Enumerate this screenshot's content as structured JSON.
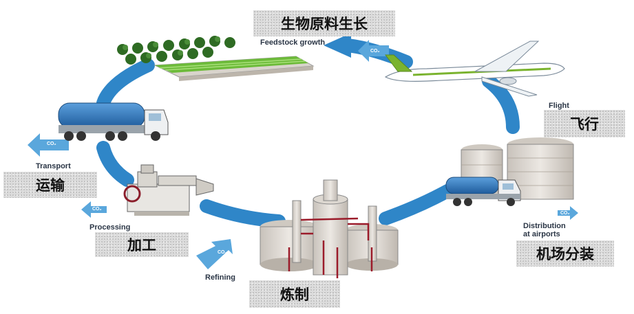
{
  "stages": {
    "feedstock": {
      "en": "Feedstock growth",
      "zh": "生物原料生长"
    },
    "flight": {
      "en": "Flight",
      "zh": "飞行"
    },
    "distribution": {
      "en_line1": "Distribution",
      "en_line2": "at airports",
      "zh": "机场分装"
    },
    "refining": {
      "en": "Refining",
      "zh": "炼制"
    },
    "processing": {
      "en": "Processing",
      "zh": "加工"
    },
    "transport": {
      "en": "Transport",
      "zh": "运输"
    }
  },
  "co2_label": "CO₂",
  "colors": {
    "cycle_blue": "#2f86c8",
    "arrow_blue": "#5aa7dc",
    "label_box": "#d9d9d9",
    "plane_green": "#7ab32e",
    "tank_blue": "#2d6fb0",
    "field_green": "#6dbb3a",
    "pipe_red": "#9b1b2a"
  }
}
